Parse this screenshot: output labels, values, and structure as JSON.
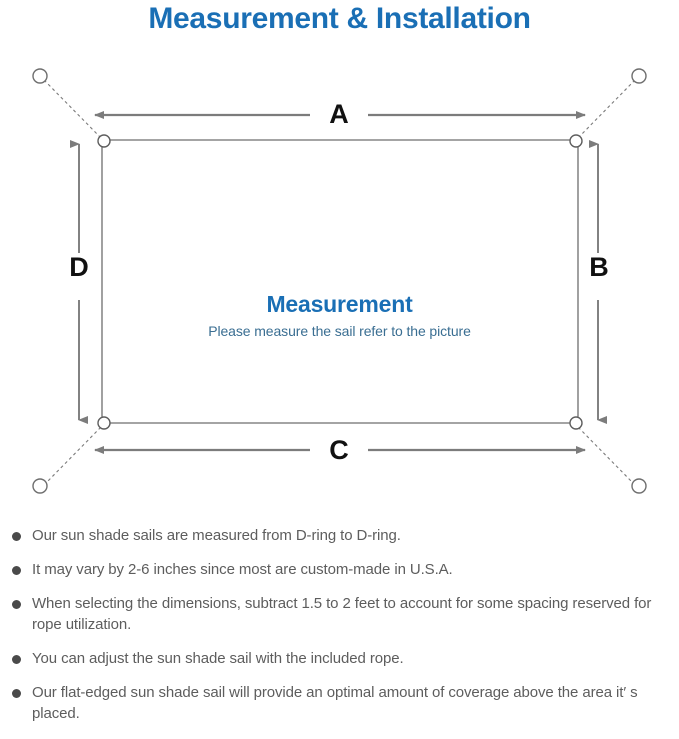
{
  "title": "Measurement & Installation",
  "diagram": {
    "center": {
      "heading": "Measurement",
      "subheading": "Please measure the sail refer to the picture"
    },
    "dimensions": {
      "top": "A",
      "right": "B",
      "bottom": "C",
      "left": "D"
    },
    "anchors": [
      {
        "name": "top-left-anchor-ring"
      },
      {
        "name": "top-right-anchor-ring"
      },
      {
        "name": "bottom-left-anchor-ring"
      },
      {
        "name": "bottom-right-anchor-ring"
      }
    ]
  },
  "colors": {
    "title_blue": "#1a6fb5",
    "subtitle_blue": "#3a6e92",
    "line_gray": "#808080",
    "sail_stroke": "#6e6e6e",
    "text_gray": "#5d5d5d",
    "label_black": "#111111"
  },
  "notes": [
    "Our sun shade sails are measured from D-ring to D-ring.",
    "It may vary by 2-6 inches since most are custom-made in U.S.A.",
    "When selecting the dimensions, subtract 1.5 to 2 feet to account for some spacing reserved for rope utilization.",
    "You can adjust the sun shade sail with the included rope.",
    "Our flat-edged sun shade sail will provide an optimal amount of coverage above the area it′ s placed."
  ]
}
